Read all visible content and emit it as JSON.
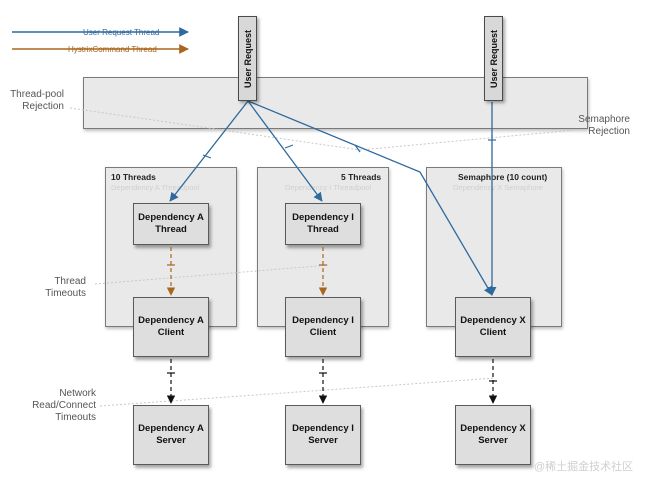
{
  "legend": {
    "user_request_thread": "User Request Thread",
    "hystrix_command_thread": "HystrixCommand Thread"
  },
  "top_bars": {
    "left": "User Request",
    "right": "User Request"
  },
  "side_labels": {
    "thread_pool_rejection": "Thread-pool\nRejection",
    "semaphore_rejection": "Semaphore\nRejection",
    "thread_timeouts": "Thread\nTimeouts",
    "network_timeouts": "Network\nRead/Connect\nTimeouts"
  },
  "groups": [
    {
      "title": "10 Threads",
      "subtitle": "Dependency A Threadpool",
      "thread_box": "Dependency A\nThread",
      "client_box": "Dependency A\nClient",
      "server_box": "Dependency A\nServer"
    },
    {
      "title": "5 Threads",
      "subtitle": "Dependency I Threadpool",
      "thread_box": "Dependency I\nThread",
      "client_box": "Dependency I\nClient",
      "server_box": "Dependency I\nServer"
    },
    {
      "title": "Semaphore (10 count)",
      "subtitle": "Dependency X Semaphore",
      "client_box": "Dependency X\nClient",
      "server_box": "Dependency X\nServer"
    }
  ],
  "watermark": "@稀土掘金技术社区",
  "colors": {
    "user_request_thread": "#2e6a9e",
    "hystrix_command_thread": "#a8661c",
    "timeout_dotted": "#c8c8c8",
    "box_fill": "#dedede",
    "panel_fill": "#e9e9e9"
  }
}
